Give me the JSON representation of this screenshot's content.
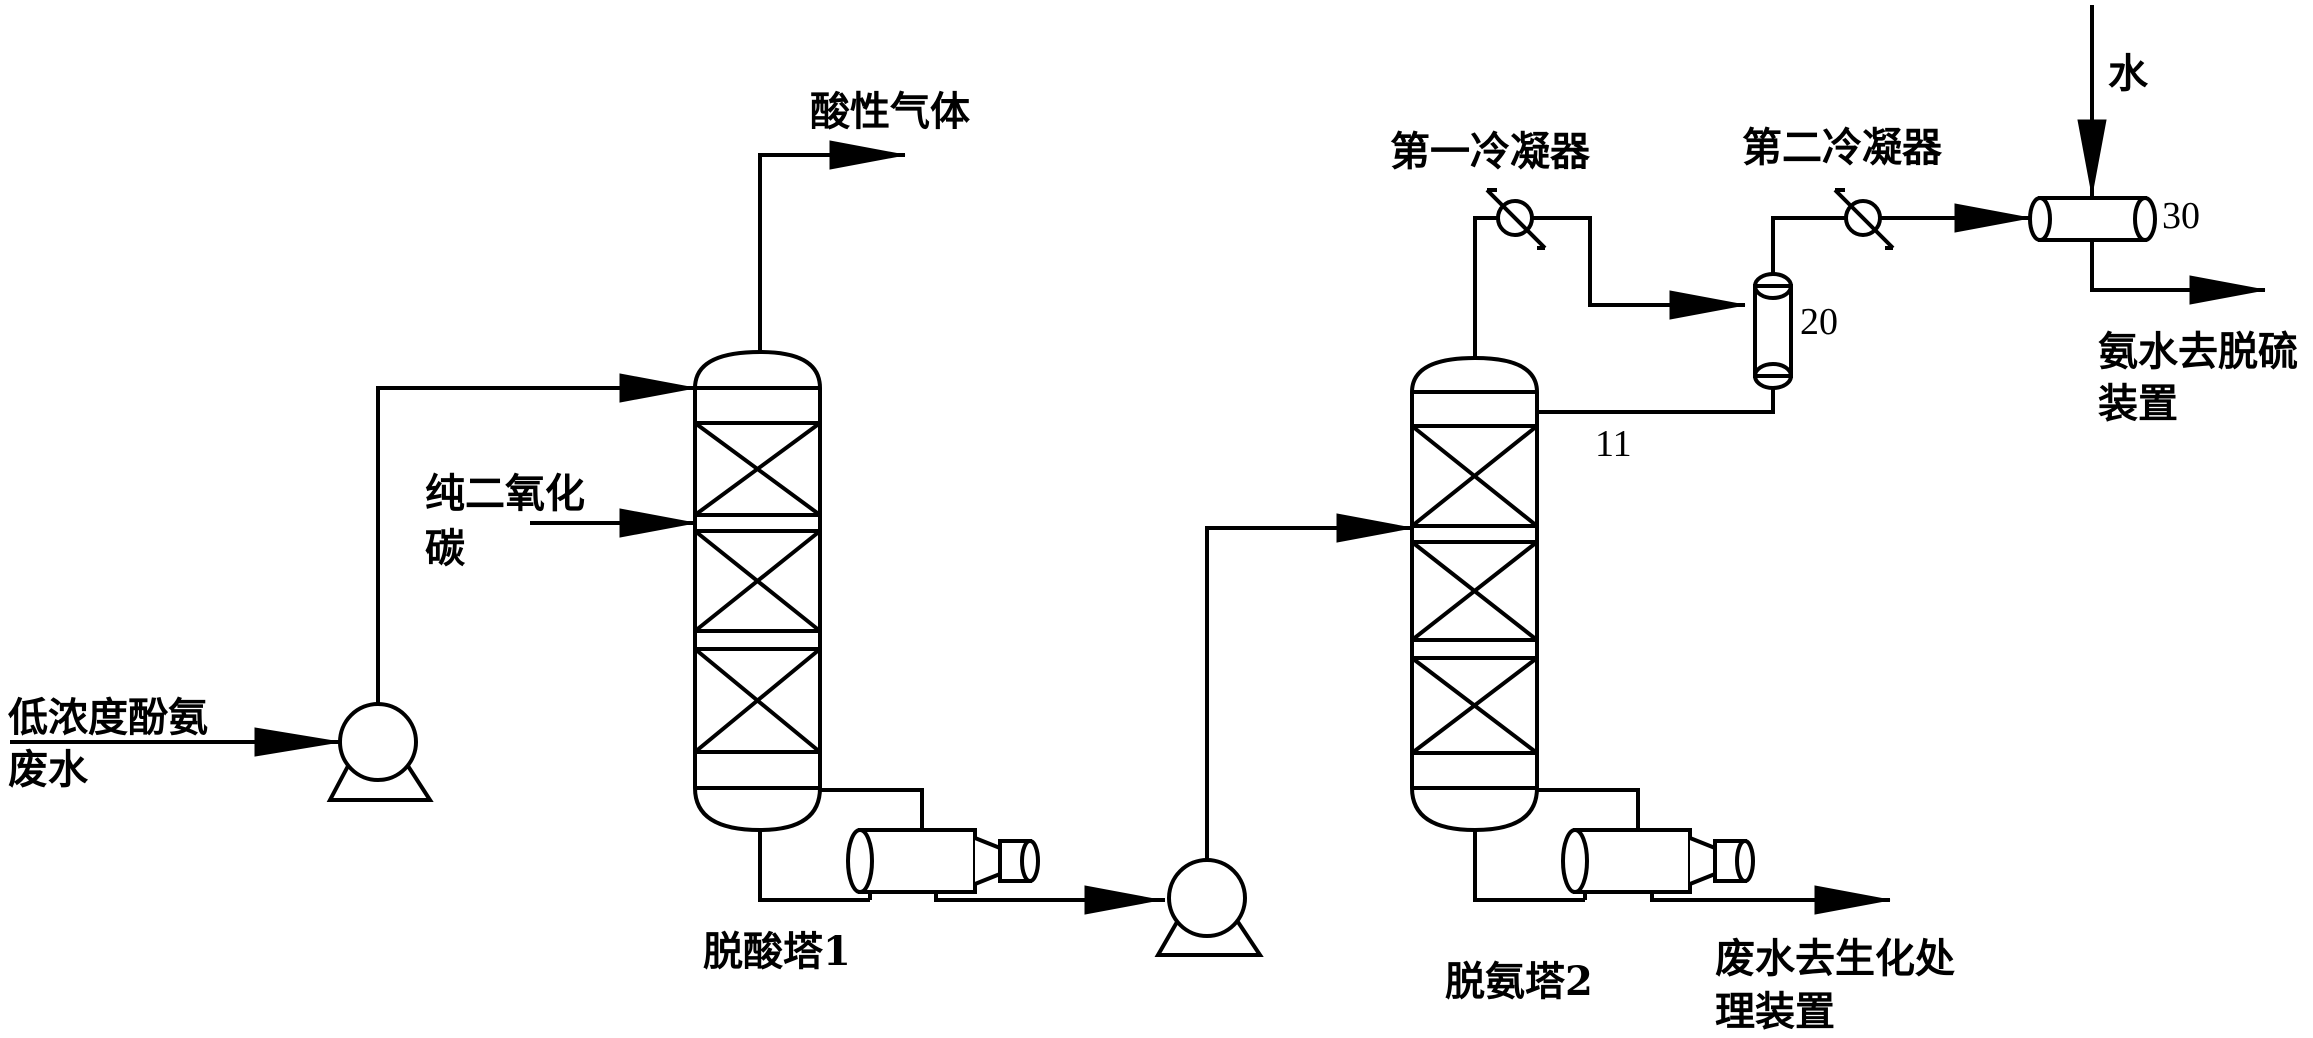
{
  "diagram": {
    "labels": {
      "feed_line1": "低浓度酚氨",
      "feed_line2": "废水",
      "co2_line1": "纯二氧化",
      "co2_line2": "碳",
      "acid_gas": "酸性气体",
      "deacid_tower": "脱酸塔1",
      "deammonia_tower": "脱氨塔2",
      "first_condenser": "第一冷凝器",
      "second_condenser": "第二冷凝器",
      "water": "水",
      "ammonia_out_line1": "氨水去脱硫",
      "ammonia_out_line2": "装置",
      "wastewater_out_line1": "废水去生化处",
      "wastewater_out_line2": "理装置",
      "stream_11": "11",
      "vessel_20": "20",
      "vessel_30": "30"
    },
    "colors": {
      "line": "#000000",
      "background": "#ffffff"
    }
  }
}
